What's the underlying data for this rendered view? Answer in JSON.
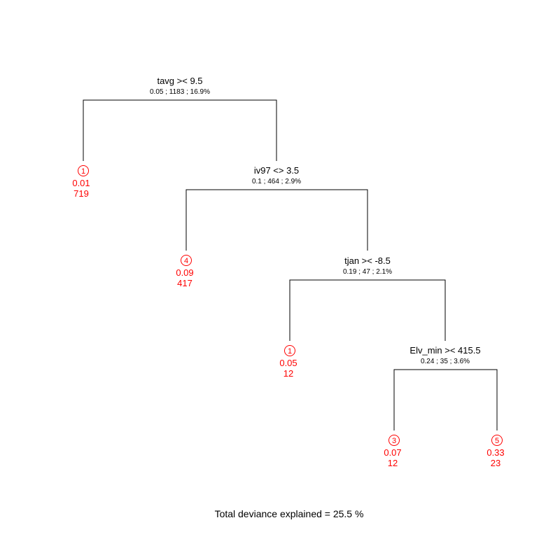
{
  "colors": {
    "line": "#000000",
    "text": "#000000",
    "leaf": "#ff0000"
  },
  "splits": [
    {
      "label": "tavg >< 9.5",
      "stats": "0.05 ; 1183 ; 16.9%"
    },
    {
      "label": "iv97 <> 3.5",
      "stats": "0.1 ; 464 ; 2.9%"
    },
    {
      "label": "tjan >< -8.5",
      "stats": "0.19 ; 47 ; 2.1%"
    },
    {
      "label": "Elv_min >< 415.5",
      "stats": "0.24 ; 35 ; 3.6%"
    }
  ],
  "leaves": [
    {
      "id": "1",
      "value": "0.01",
      "n": "719"
    },
    {
      "id": "4",
      "value": "0.09",
      "n": "417"
    },
    {
      "id": "1",
      "value": "0.05",
      "n": "12"
    },
    {
      "id": "3",
      "value": "0.07",
      "n": "12"
    },
    {
      "id": "5",
      "value": "0.33",
      "n": "23"
    }
  ],
  "caption": "Total deviance explained = 25.5 %"
}
